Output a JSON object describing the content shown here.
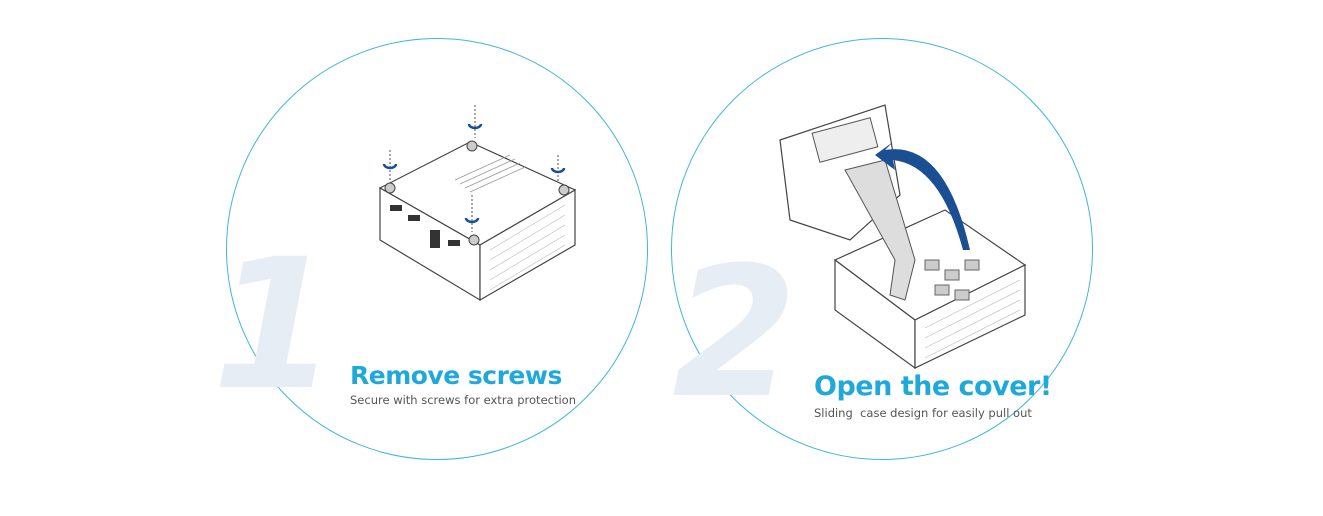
{
  "steps": [
    {
      "number": "1",
      "title": "Remove screws",
      "subtitle": "Secure with screws for extra protection"
    },
    {
      "number": "2",
      "title": "Open the cover!",
      "subtitle": "Sliding  case design for easily pull out"
    }
  ],
  "colors": {
    "accent": "#1fa9db",
    "circle": "#3fb6de",
    "number": "#e6edf4",
    "arrow": "#1a4f93"
  }
}
